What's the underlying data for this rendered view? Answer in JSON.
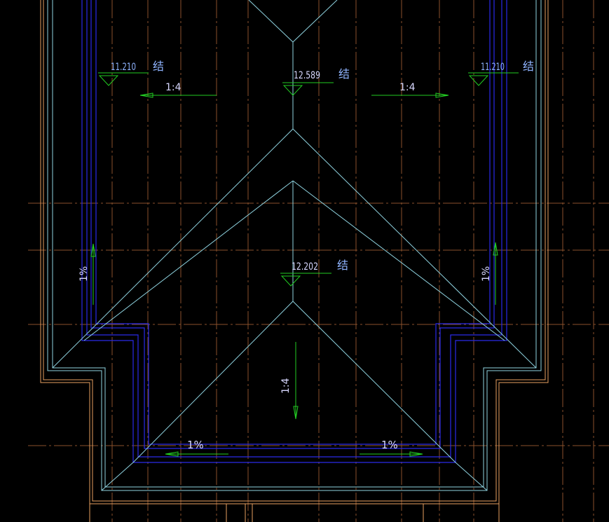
{
  "colors": {
    "background": "#000000",
    "grid_orange": "#b26a3a",
    "outline_orange": "#e8a060",
    "wall_blue": "#2a2ae8",
    "roof_cyan": "#8fd3e0",
    "arrow_green": "#22cc22",
    "text_blue": "#8fb4ff",
    "text_white": "#d8d8ff"
  },
  "elevations": {
    "left": "11.210",
    "center_top": "12.589",
    "right": "11.210",
    "center_mid": "12.202"
  },
  "notes": {
    "structural": "结"
  },
  "slopes": {
    "left_top": "1:4",
    "right_top": "1:4",
    "left_side": "1%",
    "right_side": "1%",
    "center_down": "1:4",
    "bottom_left": "1%",
    "bottom_right": "1%"
  }
}
